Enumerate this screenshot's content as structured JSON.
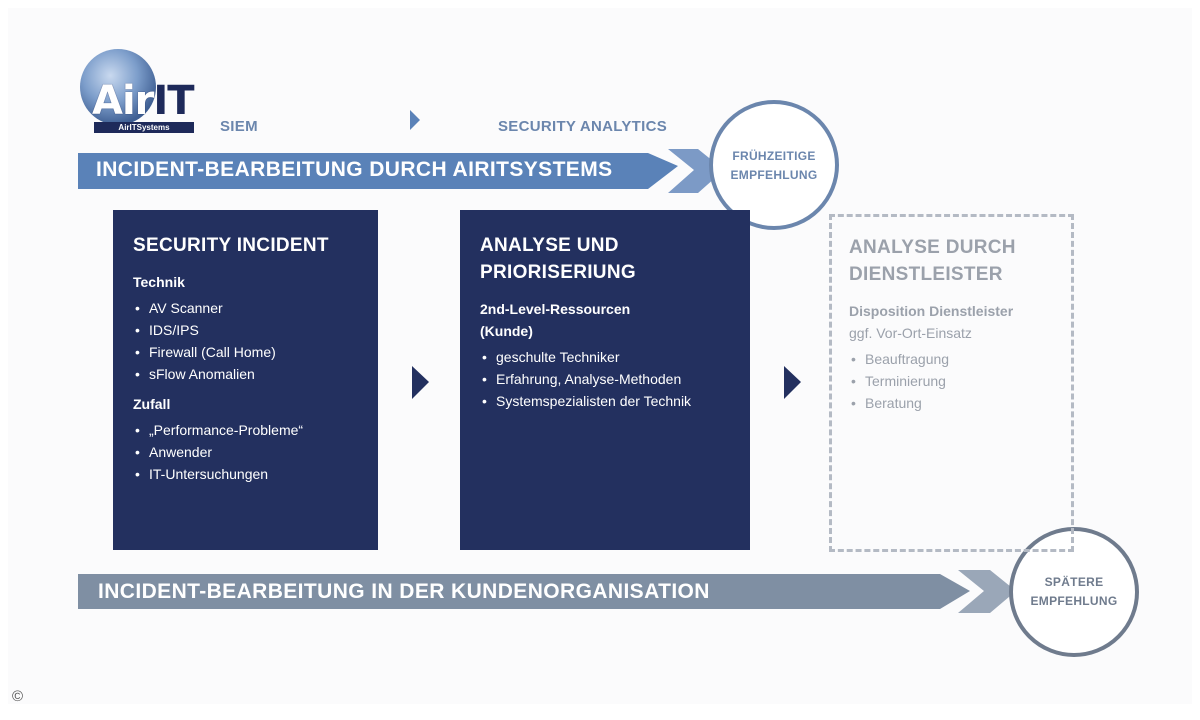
{
  "logo": {
    "text_air": "Air",
    "text_it": "IT",
    "tagline": "AirITSystems"
  },
  "stages": {
    "siem": "SIEM",
    "security_analytics": "SECURITY ANALYTICS"
  },
  "bands": {
    "top": "INCIDENT-BEARBEITUNG DURCH AIRITSYSTEMS",
    "bottom": "INCIDENT-BEARBEITUNG IN DER KUNDENORGANISATION"
  },
  "circles": {
    "early": [
      "FRÜHZEITIGE",
      "EMPFEHLUNG"
    ],
    "late": [
      "SPÄTERE",
      "EMPFEHLUNG"
    ]
  },
  "boxes": {
    "security_incident": {
      "title": "SECURITY INCIDENT",
      "sections": [
        {
          "heading": "Technik",
          "items": [
            "AV Scanner",
            "IDS/IPS",
            "Firewall (Call Home)",
            "sFlow Anomalien"
          ]
        },
        {
          "heading": "Zufall",
          "items": [
            "„Performance-Probleme“",
            "Anwender",
            "IT-Untersuchungen"
          ]
        }
      ]
    },
    "analyse": {
      "title_lines": [
        "ANALYSE UND",
        "PRIORISERIUNG"
      ],
      "heading_lines": [
        "2nd-Level-Ressourcen",
        "(Kunde)"
      ],
      "items": [
        "geschulte Techniker",
        "Erfahrung, Analyse-Methoden",
        "Systemspezialisten der Technik"
      ]
    },
    "dienstleister": {
      "title_lines": [
        "ANALYSE DURCH",
        "DIENSTLEISTER"
      ],
      "heading": "Disposition Dienstleister",
      "subheading": "ggf. Vor-Ort-Einsatz",
      "items": [
        "Beauftragung",
        "Terminierung",
        "Beratung"
      ]
    }
  },
  "copyright": "©",
  "colors": {
    "box_dark": "#23305f",
    "band_top": "#5a82b8",
    "band_bottom": "#7f8fa3",
    "label_blue": "#6b86ad",
    "dashed_border": "#b4bac4"
  }
}
